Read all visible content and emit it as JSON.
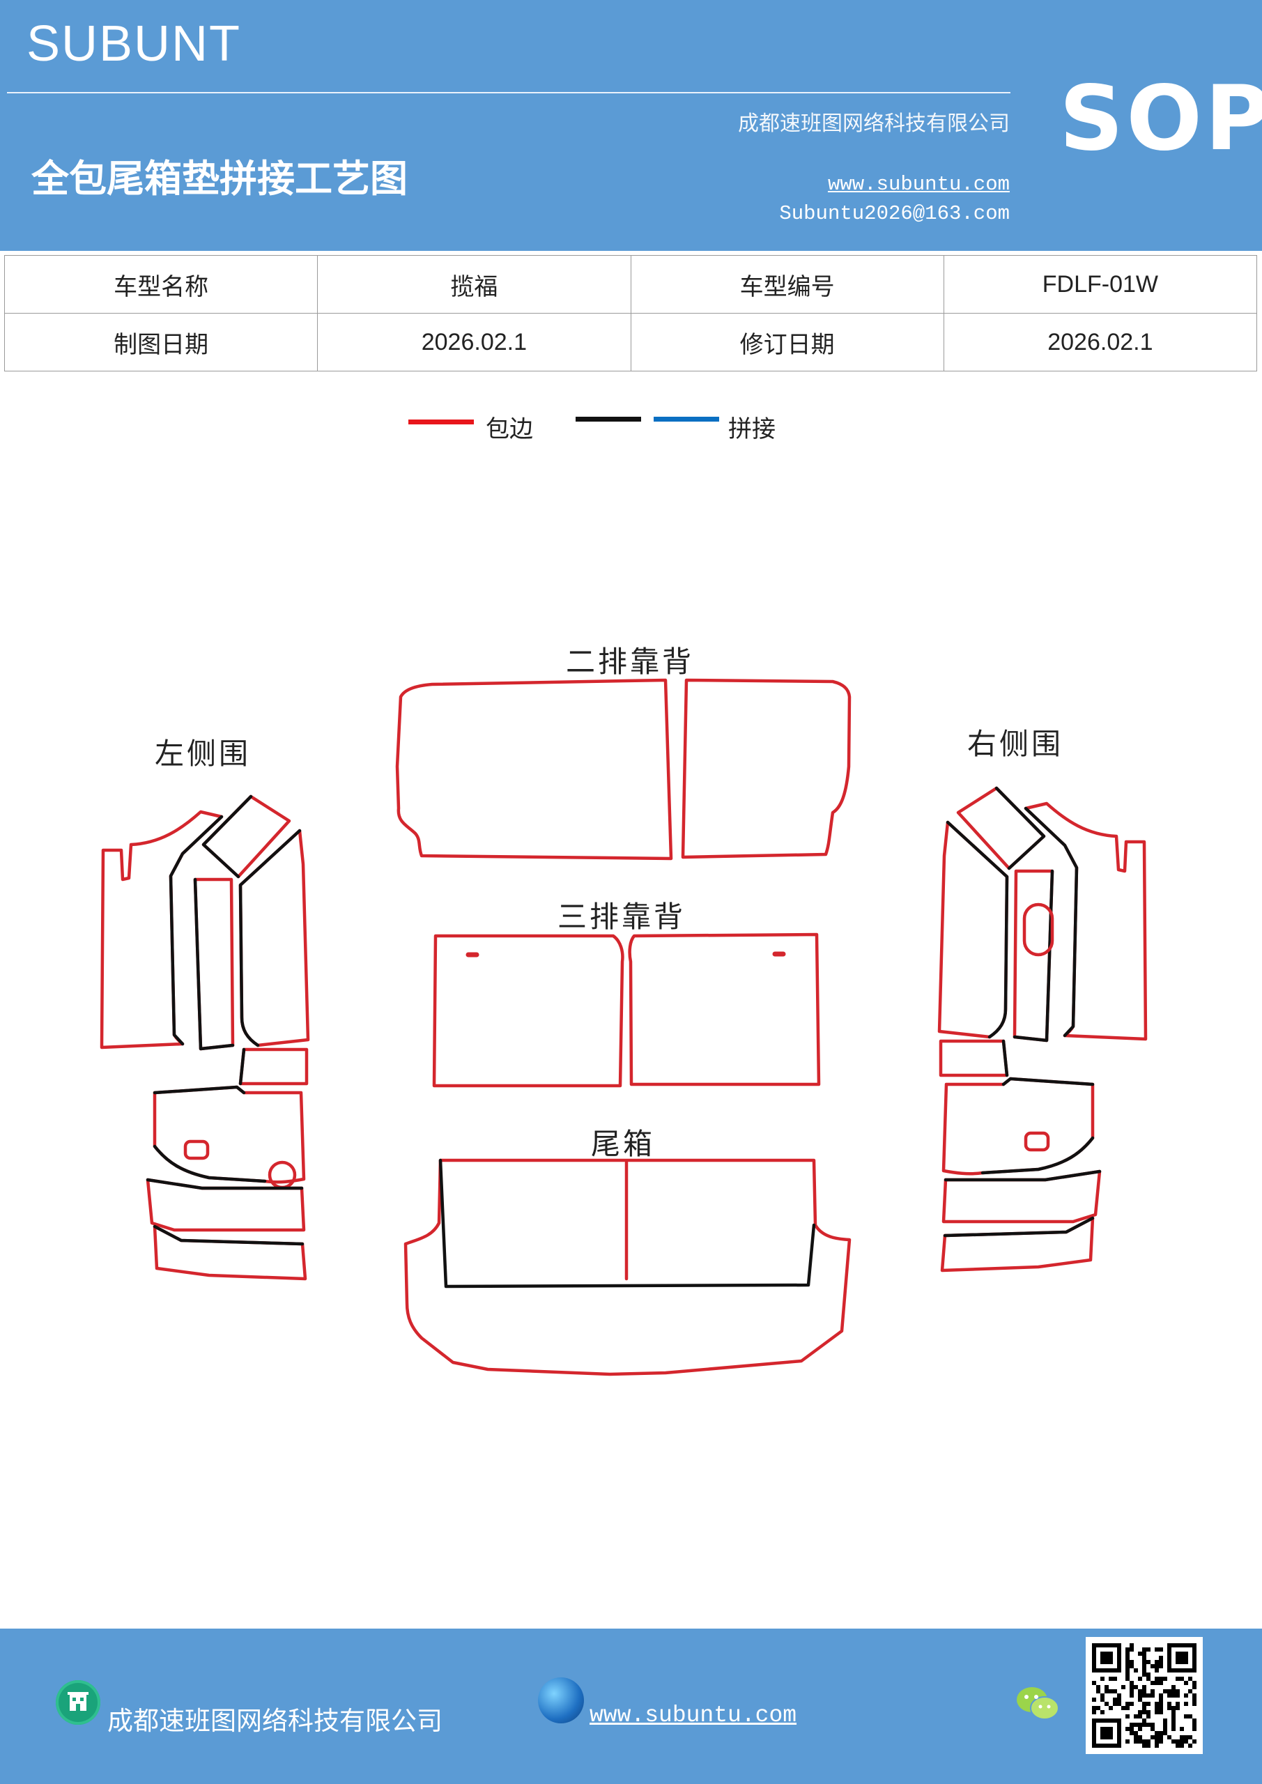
{
  "header": {
    "brand": "SUBUNT",
    "company": "成都速班图网络科技有限公司",
    "title": "全包尾箱垫拼接工艺图",
    "url": "www.subuntu.com",
    "email": "Subuntu2026@163.com",
    "badge": "SOP"
  },
  "info_table": {
    "rows": [
      [
        "车型名称",
        "揽福",
        "车型编号",
        "FDLF-01W"
      ],
      [
        "制图日期",
        "2026.02.1",
        "修订日期",
        "2026.02.1"
      ]
    ]
  },
  "legend": {
    "items": [
      {
        "color": "#e8161b",
        "label": "包边"
      },
      {
        "color": "#111111",
        "label": ""
      },
      {
        "color": "#0a6fc2",
        "label": "拼接"
      }
    ]
  },
  "drawing": {
    "labels": {
      "second_row_back": "二排靠背",
      "left_side": "左侧围",
      "right_side": "右侧围",
      "third_row_back": "三排靠背",
      "trunk": "尾箱"
    },
    "colors": {
      "edge": "#d4262d",
      "seam": "#111111"
    }
  },
  "footer": {
    "company": "成都速班图网络科技有限公司",
    "url": "www.subuntu.com ",
    "icons": [
      "building-icon",
      "globe-icon",
      "wechat-icon",
      "qr-code"
    ]
  }
}
